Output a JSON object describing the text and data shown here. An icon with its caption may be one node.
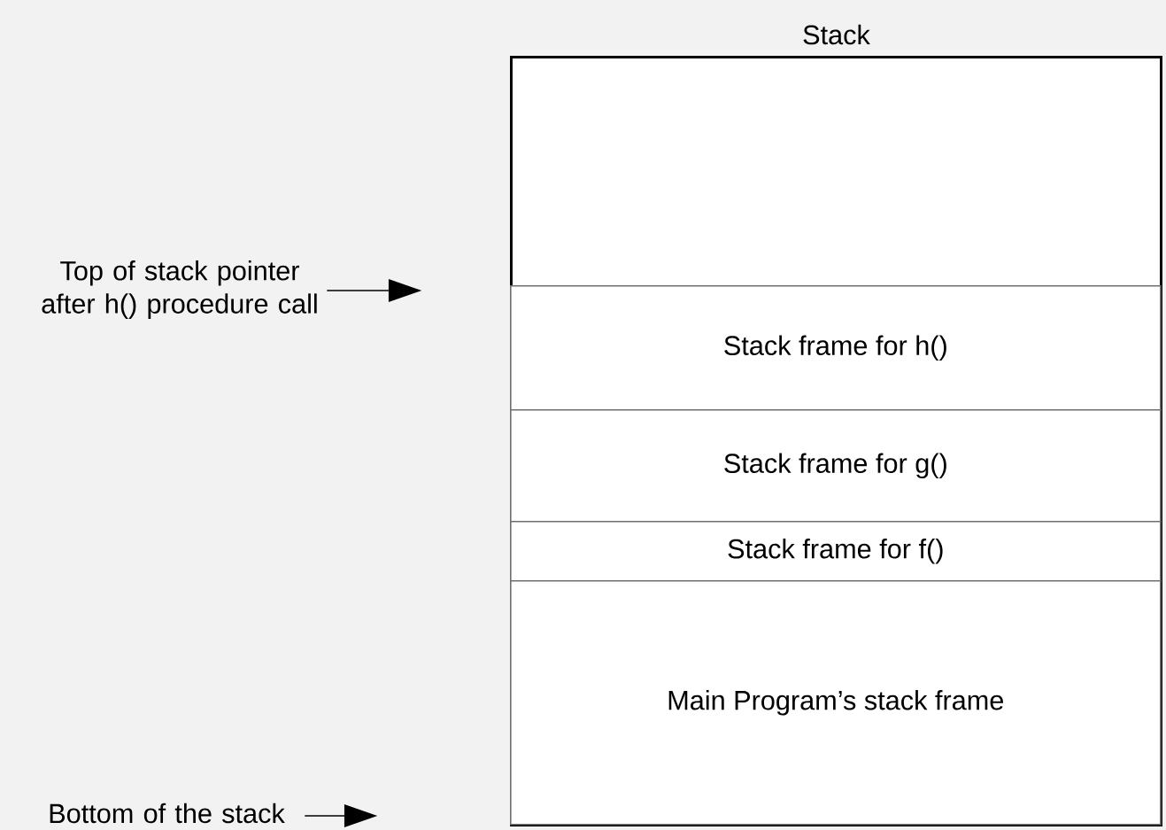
{
  "diagram": {
    "nodes": [
      {
        "text": [
          "Stack"
        ]
      },
      {
        "text": [
          "Stack frame for h()"
        ],
        "in": 0
      },
      {
        "text": [
          "Stack frame for g()"
        ],
        "in": 0
      },
      {
        "text": [
          "Stack frame for f()"
        ],
        "in": 0
      },
      {
        "text": [
          "Main Program’s stack frame"
        ],
        "in": 0
      },
      {
        "text": [
          "Top of stack pointer after h() procedure call"
        ]
      },
      {
        "text": [
          "Bottom of the stack"
        ]
      }
    ],
    "edges": [
      {
        "from": 5,
        "to": null,
        "arrow": "to"
      },
      {
        "from": 6,
        "to": null,
        "arrow": "to"
      }
    ]
  }
}
